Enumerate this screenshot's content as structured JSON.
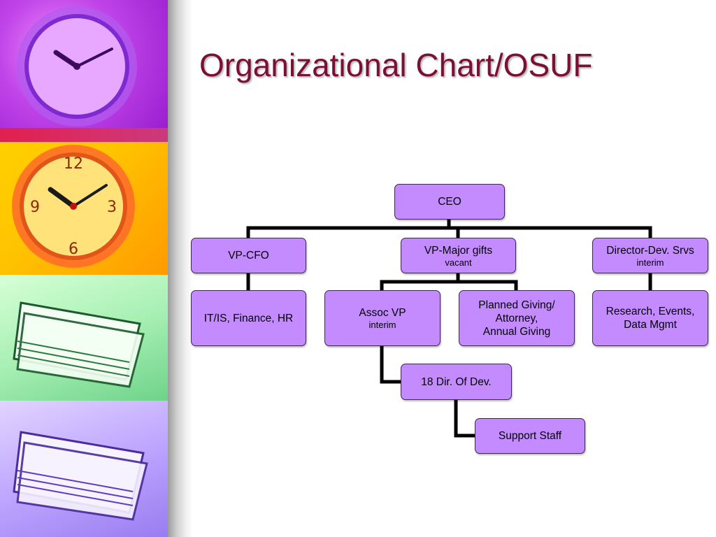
{
  "slide": {
    "title": "Organizational Chart/OSUF"
  },
  "org": {
    "ceo": {
      "label": "CEO"
    },
    "vp_cfo": {
      "label": "VP-CFO"
    },
    "vp_major_gifts": {
      "label": "VP-Major gifts",
      "note": "vacant"
    },
    "director_dev_srvs": {
      "label": "Director-Dev. Srvs",
      "note": "interim"
    },
    "it_is_finance_hr": {
      "label": "IT/IS, Finance, HR"
    },
    "assoc_vp": {
      "label": "Assoc VP",
      "note": "interim"
    },
    "planned_giving": {
      "lines": [
        "Planned Giving/",
        "Attorney,",
        "Annual Giving"
      ]
    },
    "research_events": {
      "lines": [
        "Research, Events,",
        "Data Mgmt"
      ]
    },
    "dir_of_dev": {
      "label": "18 Dir. Of Dev."
    },
    "support_staff": {
      "label": "Support Staff"
    }
  },
  "colors": {
    "title": "#7a1036",
    "node_fill": "#c38bff",
    "connector": "#000000"
  }
}
